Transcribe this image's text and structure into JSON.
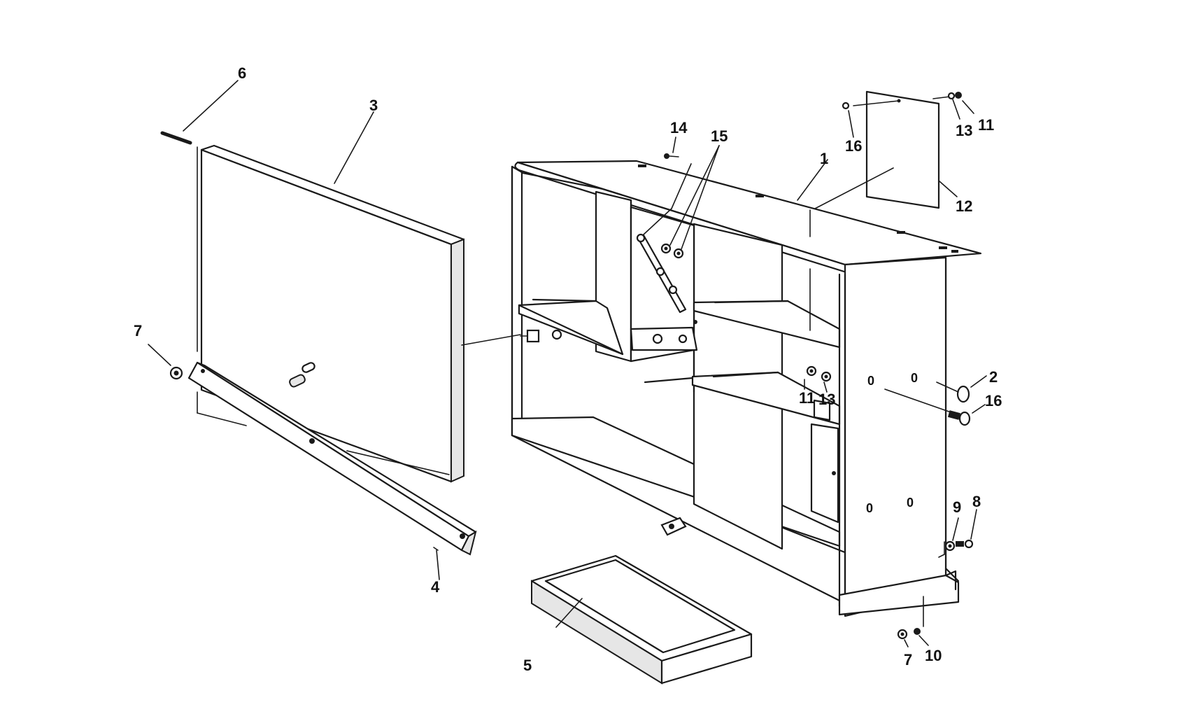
{
  "callouts": {
    "c1": "1",
    "c2": "2",
    "c3": "3",
    "c4": "4",
    "c5": "5",
    "c6": "6",
    "c7a": "7",
    "c7b": "7",
    "c8": "8",
    "c9": "9",
    "c10": "10",
    "c11a": "11",
    "c11b": "11",
    "c12": "12",
    "c13a": "13",
    "c13b": "13",
    "c14": "14",
    "c15": "15",
    "c16a": "16",
    "c16b": "16"
  },
  "hole_marks": {
    "h1": "0",
    "h2": "0",
    "h3": "0",
    "h4": "0"
  }
}
